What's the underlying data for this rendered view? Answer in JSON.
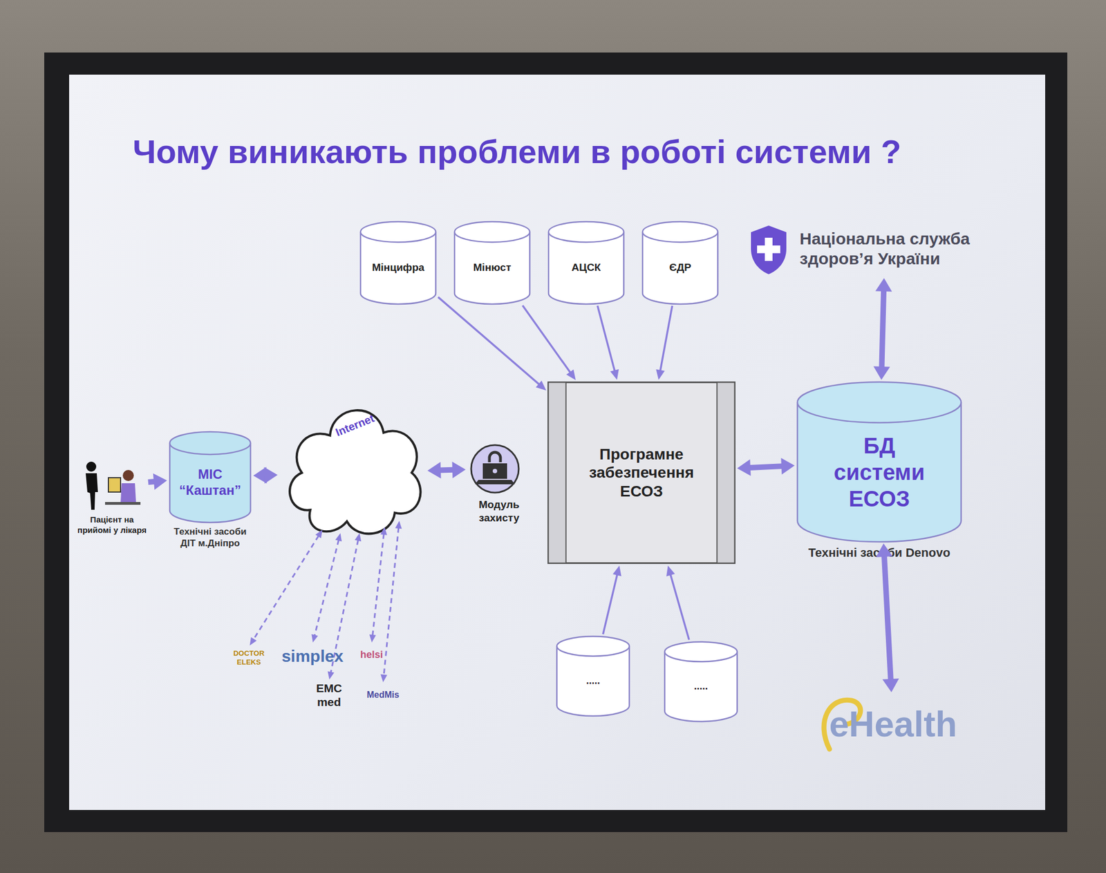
{
  "diagram": {
    "title": "Чому виникають проблеми в роботі системи ?",
    "nodes": [
      {
        "text": [
          "Пацієнт на прийомі у лікаря"
        ]
      },
      {
        "text": [
          "МІС “Каштан”",
          "Технічні засоби ДІТ м.Дніпро"
        ]
      },
      {
        "text": [
          "Internet"
        ]
      },
      {
        "text": [
          "Модуль захисту"
        ]
      },
      {
        "text": [
          "Мінцифра"
        ]
      },
      {
        "text": [
          "Мінюст"
        ]
      },
      {
        "text": [
          "АЦСК"
        ]
      },
      {
        "text": [
          "ЄДР"
        ]
      },
      {
        "text": [
          "Програмне забезпечення ЕСОЗ"
        ]
      },
      {
        "text": [
          "Національна служба здоров’я України"
        ]
      },
      {
        "text": [
          "БД системи ЕСОЗ",
          "Технічні засоби Denovo"
        ]
      },
      {
        "text": [
          "eHealth"
        ]
      },
      {
        "text": [
          "....."
        ]
      },
      {
        "text": [
          "....."
        ]
      },
      {
        "text": [
          "DOCTOR ELEKS"
        ]
      },
      {
        "text": [
          "simplex"
        ]
      },
      {
        "text": [
          "helsi"
        ]
      },
      {
        "text": [
          "EMC med"
        ]
      },
      {
        "text": [
          "MedMis"
        ]
      }
    ],
    "edges": [
      {
        "from": 0,
        "to": 1,
        "arrow": "to"
      },
      {
        "from": 1,
        "to": 2,
        "arrow": "both"
      },
      {
        "from": 2,
        "to": 3,
        "arrow": "both"
      },
      {
        "from": 4,
        "to": 8,
        "arrow": "to"
      },
      {
        "from": 5,
        "to": 8,
        "arrow": "to"
      },
      {
        "from": 6,
        "to": 8,
        "arrow": "to"
      },
      {
        "from": 7,
        "to": 8,
        "arrow": "to"
      },
      {
        "from": 8,
        "to": 10,
        "arrow": "both"
      },
      {
        "from": 9,
        "to": 10,
        "arrow": "both"
      },
      {
        "from": 10,
        "to": 11,
        "arrow": "both"
      },
      {
        "from": 12,
        "to": 8,
        "arrow": "to"
      },
      {
        "from": 13,
        "to": 8,
        "arrow": "to"
      },
      {
        "from": 2,
        "to": 14,
        "arrow": "both"
      },
      {
        "from": 2,
        "to": 15,
        "arrow": "both"
      },
      {
        "from": 2,
        "to": 16,
        "arrow": "both"
      },
      {
        "from": 2,
        "to": 17,
        "arrow": "both"
      },
      {
        "from": 2,
        "to": 18,
        "arrow": "both"
      }
    ]
  }
}
